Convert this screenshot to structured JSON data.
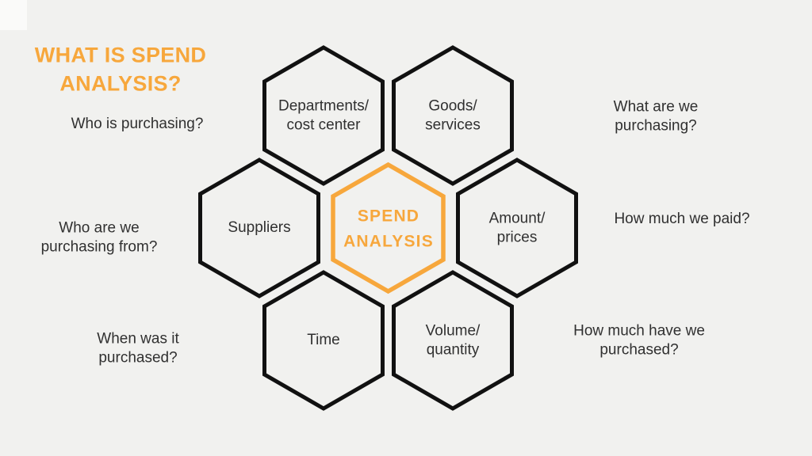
{
  "page": {
    "background_color": "#f1f1ef",
    "accent_color": "#f7a73c",
    "outline_color": "#111111",
    "text_color": "#303030"
  },
  "title": {
    "text": "WHAT IS SPEND\nANALYSIS?"
  },
  "center_hexagon": {
    "label": "SPEND\nANALYSIS"
  },
  "hexagons": [
    {
      "id": "departments",
      "label": "Departments/\ncost center"
    },
    {
      "id": "goods",
      "label": "Goods/\nservices"
    },
    {
      "id": "suppliers",
      "label": "Suppliers"
    },
    {
      "id": "amount",
      "label": "Amount/\nprices"
    },
    {
      "id": "time",
      "label": "Time"
    },
    {
      "id": "volume",
      "label": "Volume/\nquantity"
    }
  ],
  "questions": [
    {
      "id": "who",
      "text": "Who is purchasing?"
    },
    {
      "id": "what",
      "text": "What are we\npurchasing?"
    },
    {
      "id": "who-from",
      "text": "Who are we\npurchasing from?"
    },
    {
      "id": "paid",
      "text": "How much we paid?"
    },
    {
      "id": "when",
      "text": "When was it\npurchased?"
    },
    {
      "id": "how-much",
      "text": "How much have we\npurchased?"
    }
  ]
}
